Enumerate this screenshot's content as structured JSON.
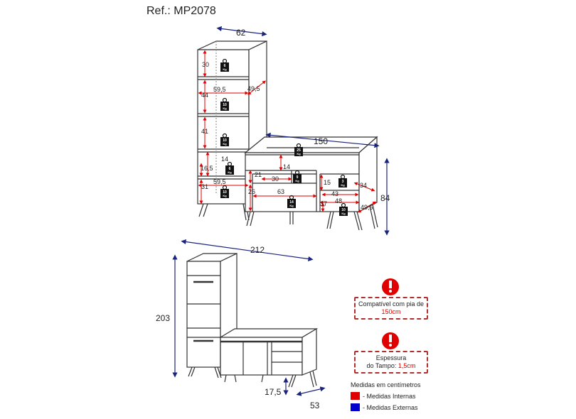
{
  "title": "Ref.: MP2078",
  "top_view": {
    "external": {
      "tower_width": "62",
      "buffet_width": "150",
      "buffet_height": "84"
    },
    "internal": {
      "tower_compartment_1": "30",
      "tower_compartment_2": "44",
      "tower_compartment_3": "41",
      "tower_width_top": "59,5",
      "tower_depth": "49,5",
      "tower_drawer": "14",
      "tower_lower_1": "16,5",
      "tower_lower_2": "31",
      "tower_width_bottom": "59,5",
      "buffet_drawer": "14",
      "buffet_shelf_height_1": "21",
      "buffet_shelf_width_1": "30",
      "buffet_shelf_height_2": "26",
      "buffet_center_width": "63",
      "buffet_right_top": "15",
      "buffet_right_depth": "34",
      "buffet_right_width_1": "43",
      "buffet_right_width_2": "48",
      "buffet_right_height": "37",
      "buffet_depth": "49,5"
    },
    "loads": [
      "6\nKg",
      "10\nKg",
      "10\nKg",
      "6\nKg",
      "10\nKg",
      "25\nKg",
      "9\nKg",
      "3\nKg",
      "14\nKg",
      "10\nKg"
    ]
  },
  "bottom_view": {
    "width": "212",
    "height": "203",
    "depth": "53",
    "foot_height": "17,5"
  },
  "notices": {
    "sink": {
      "line1": "Compatível com pia de",
      "line2": "150cm"
    },
    "top": {
      "line1": "Espessura",
      "line2_prefix": "do Tampo: ",
      "line2_accent": "1,5cm"
    }
  },
  "legend": {
    "heading": "Medidas em centímetros",
    "items": [
      {
        "label": "- Medidas Internas",
        "color": "#e00000"
      },
      {
        "label": "- Medidas Externas",
        "color": "#0000cc"
      }
    ]
  },
  "colors": {
    "internal": "#e00000",
    "external": "#1a237e",
    "lines": "#333333"
  }
}
